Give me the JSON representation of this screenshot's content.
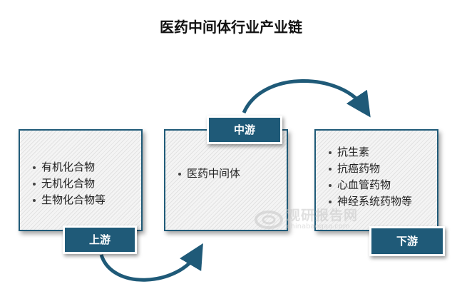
{
  "title": "医药中间体行业产业链",
  "stages": [
    {
      "label": "上游",
      "items": [
        "有机化合物",
        "无机化合物",
        "生物化合物等"
      ]
    },
    {
      "label": "中游",
      "items": [
        "医药中间体"
      ]
    },
    {
      "label": "下游",
      "items": [
        "抗生素",
        "抗癌药物",
        "心血管药物",
        "神经系统药物等"
      ]
    }
  ],
  "watermark": {
    "main": "观研报告网",
    "sub": "chinabaogao.com"
  },
  "colors": {
    "accent": "#1f5a78",
    "box_border": "#1f5a78",
    "label_text": "#ffffff"
  }
}
